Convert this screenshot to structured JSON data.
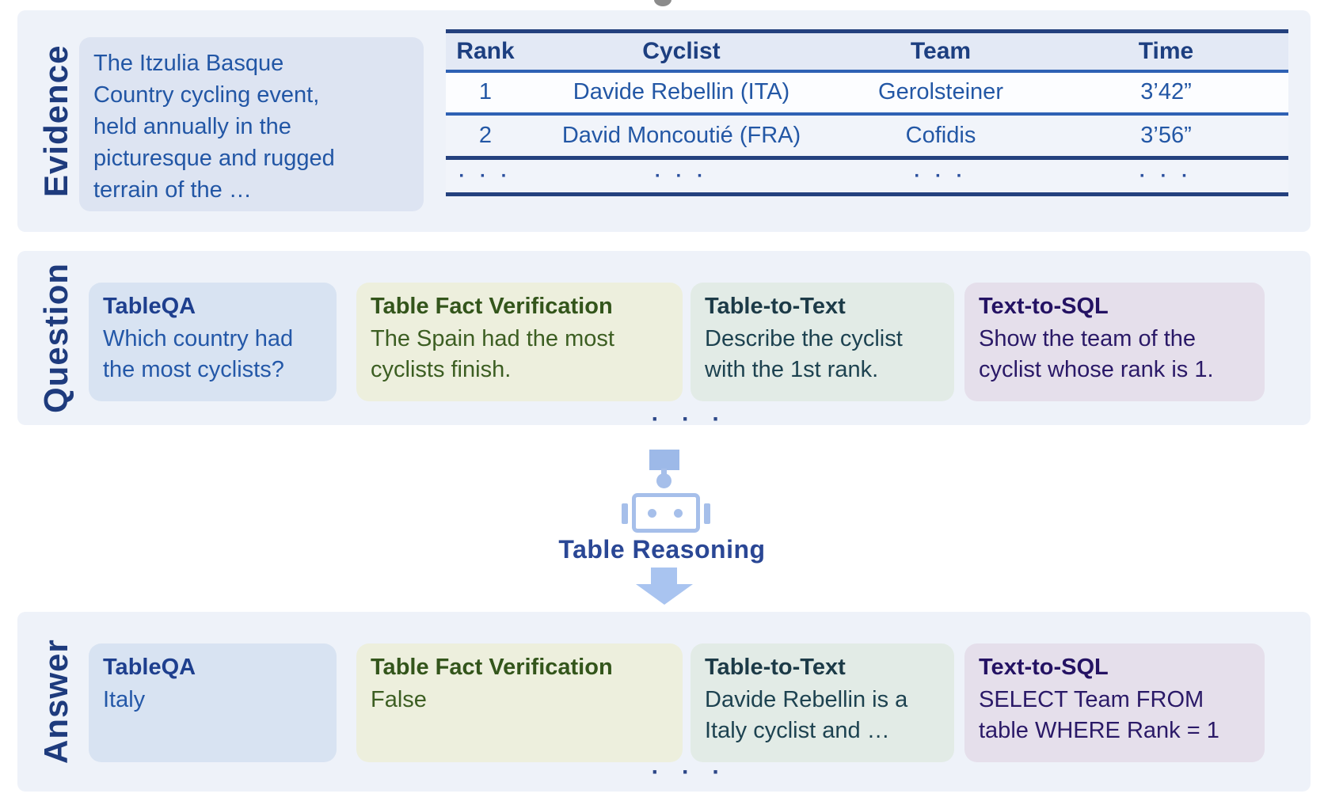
{
  "colors": {
    "section_bg": "#eef2f9",
    "label_navy": "#1e3b7d",
    "body_blue": "#2357a5",
    "table_border_dark": "#24417e",
    "table_border_blue": "#2e61b4",
    "table_header_bg": "#e3e9f5",
    "evidence_box_bg": "#dde4f2",
    "card_tableqa_bg": "#d8e3f2",
    "card_fact_verification_bg": "#edefdd",
    "card_table_to_text_bg": "#e2ebe6",
    "card_text_to_sql_bg": "#e5dfeb",
    "robot_blue": "#a6bfea",
    "arrow_blue": "#a9c4f0"
  },
  "evidence": {
    "label": "Evidence",
    "snippet": "The Itzulia Basque Country cycling event, held annually in the picturesque and rugged terrain of the …",
    "table": {
      "headers": [
        "Rank",
        "Cyclist",
        "Team",
        "Time"
      ],
      "rows": [
        [
          "1",
          "Davide Rebellin (ITA)",
          "Gerolsteiner",
          "3’42”"
        ],
        [
          "2",
          "David Moncoutié (FRA)",
          "Cofidis",
          "3’56”"
        ],
        [
          "· · ·",
          "· · ·",
          "· · ·",
          "· · ·"
        ]
      ]
    }
  },
  "question": {
    "label": "Question",
    "cards": [
      {
        "title": "TableQA",
        "text": "Which country had the most cyclists?"
      },
      {
        "title": "Table Fact Verification",
        "text": "The Spain had the most cyclists finish."
      },
      {
        "title": "Table-to-Text",
        "text": "Describe the cyclist with the 1st rank."
      },
      {
        "title": "Text-to-SQL",
        "text": "Show the team of the cyclist whose rank is 1."
      }
    ],
    "ellipsis": "· · ·"
  },
  "reasoning": {
    "label": "Table Reasoning"
  },
  "answer": {
    "label": "Answer",
    "cards": [
      {
        "title": "TableQA",
        "text": "Italy"
      },
      {
        "title": "Table Fact Verification",
        "text": "False"
      },
      {
        "title": "Table-to-Text",
        "text": "Davide Rebellin is a Italy cyclist and …"
      },
      {
        "title": "Text-to-SQL",
        "text": "SELECT Team FROM table WHERE Rank = 1"
      }
    ],
    "ellipsis": "· · ·"
  }
}
